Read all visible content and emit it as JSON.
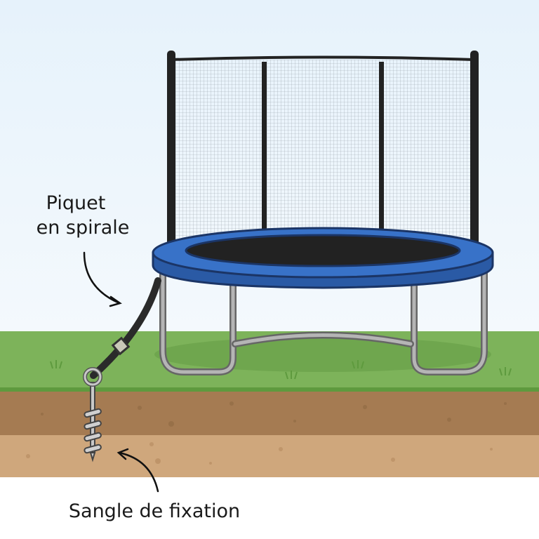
{
  "labels": {
    "stake": [
      "Piquet",
      "en spirale"
    ],
    "strap": "Sangle de fixation"
  },
  "colors": {
    "sky": "#eaf4fb",
    "grass": "#7db35a",
    "soil_top": "#a57b52",
    "soil_bottom": "#cfa77c",
    "frame_blue": "#2f66b8",
    "net_pole": "#222222"
  }
}
